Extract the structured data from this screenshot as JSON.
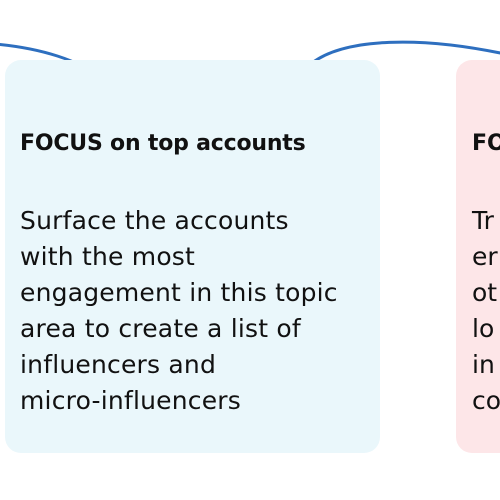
{
  "colors": {
    "card_blue_bg": "#eaf7fb",
    "card_pink_bg": "#fde6e8",
    "arrow": "#2e6fbf",
    "text": "#111111"
  },
  "cards": [
    {
      "title": "FOCUS on top accounts",
      "body_lines": [
        "Surface the accounts",
        "with the most",
        "engagement in this topic",
        "area to create a list of",
        "influencers and",
        "micro-influencers"
      ]
    },
    {
      "title": "FO",
      "body_lines": [
        "Tr",
        "er",
        "ot",
        "lo",
        "in",
        "co"
      ]
    }
  ],
  "icons": [
    "arrow-in-icon",
    "arrow-out-icon"
  ]
}
